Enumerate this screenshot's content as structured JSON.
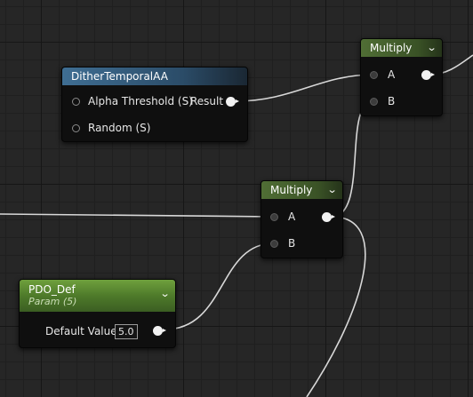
{
  "nodes": {
    "dither": {
      "title": "DitherTemporalAA",
      "inputs": [
        "Alpha Threshold (S)",
        "Random (S)"
      ],
      "output": "Result",
      "header_color": "#3f6e93"
    },
    "multiply_top": {
      "title": "Multiply",
      "inputs": [
        "A",
        "B"
      ],
      "header_color": "#506e35"
    },
    "multiply_mid": {
      "title": "Multiply",
      "inputs": [
        "A",
        "B"
      ],
      "header_color": "#506e35"
    },
    "pdo_def": {
      "title": "PDO_Def",
      "subtitle": "Param (5)",
      "param_label": "Default Value",
      "param_value": "5.0",
      "header_color": "#6fa03d"
    }
  },
  "icons": {
    "collapse": "chevron-down-icon",
    "input_pin": "input-pin-icon",
    "output_pin": "output-pin-icon"
  },
  "colors": {
    "wire": "#d8d8d8",
    "canvas": "#262626"
  }
}
